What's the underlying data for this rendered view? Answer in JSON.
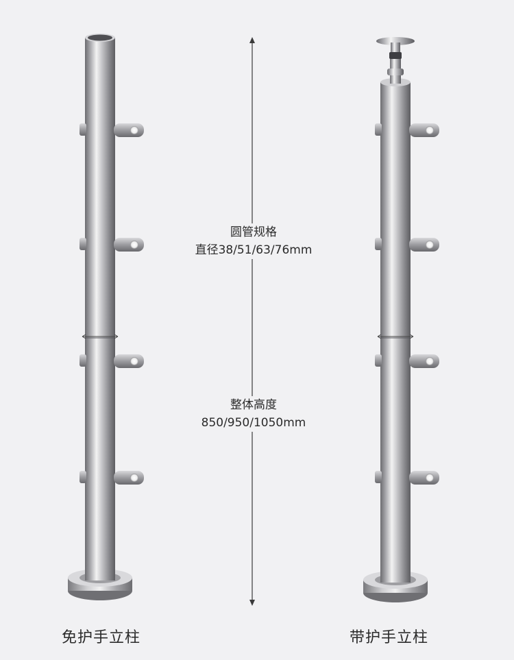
{
  "products": [
    {
      "caption": "免护手立柱"
    },
    {
      "caption": "带护手立柱"
    }
  ],
  "specs": {
    "diameter": {
      "title": "圆管规格",
      "value": "直径38/51/63/76mm"
    },
    "height": {
      "title": "整体高度",
      "value": "850/950/1050mm"
    }
  },
  "colors": {
    "background": "#f1f1f3",
    "steel_dark": "#6f6f72",
    "steel_light": "#f4f4f4",
    "text": "#2b2b2b"
  }
}
